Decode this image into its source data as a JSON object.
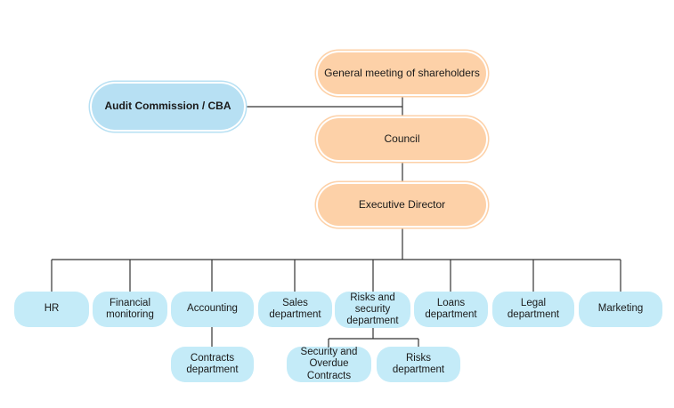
{
  "diagram": {
    "shareholders": "General meeting of shareholders",
    "audit": "Audit Commission / CBA",
    "council": "Council",
    "executive": "Executive Director",
    "departments": [
      "HR",
      "Financial monitoring",
      "Accounting",
      "Sales department",
      "Risks and security department",
      "Loans department",
      "Legal department",
      "Marketing"
    ],
    "contracts": "Contracts department",
    "security_overdue": "Security and Overdue Contracts",
    "risks": "Risks department"
  },
  "colors": {
    "top_nodes": "#fdd1a8",
    "audit_node": "#b7e0f3",
    "department_nodes": "#c4ebf8",
    "connectors": "#333333"
  }
}
